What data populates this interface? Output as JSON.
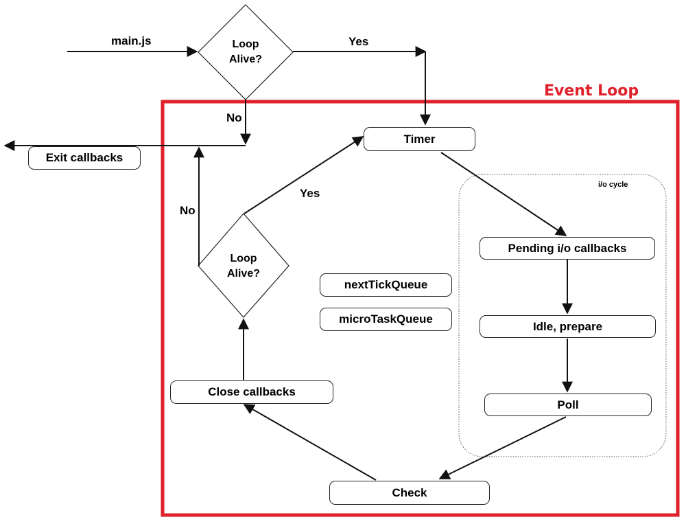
{
  "diagram": {
    "title": "Event Loop",
    "subtitle": "i/o cycle",
    "colors": {
      "frame": "#e0202a",
      "stroke": "#222222",
      "text": "#000000"
    },
    "entry": {
      "label": "main.js"
    },
    "decisions": {
      "top": {
        "text": [
          "Loop",
          "Alive?"
        ],
        "yes": "Yes",
        "no": "No"
      },
      "inner": {
        "text": [
          "Loop",
          "Alive?"
        ],
        "yes": "Yes",
        "no": "No"
      }
    },
    "nodes": {
      "exit": "Exit callbacks",
      "timer": "Timer",
      "pending": "Pending i/o callbacks",
      "idle": "Idle, prepare",
      "poll": "Poll",
      "check": "Check",
      "close": "Close callbacks",
      "nexttick": "nextTickQueue",
      "microtask": "microTaskQueue"
    }
  }
}
